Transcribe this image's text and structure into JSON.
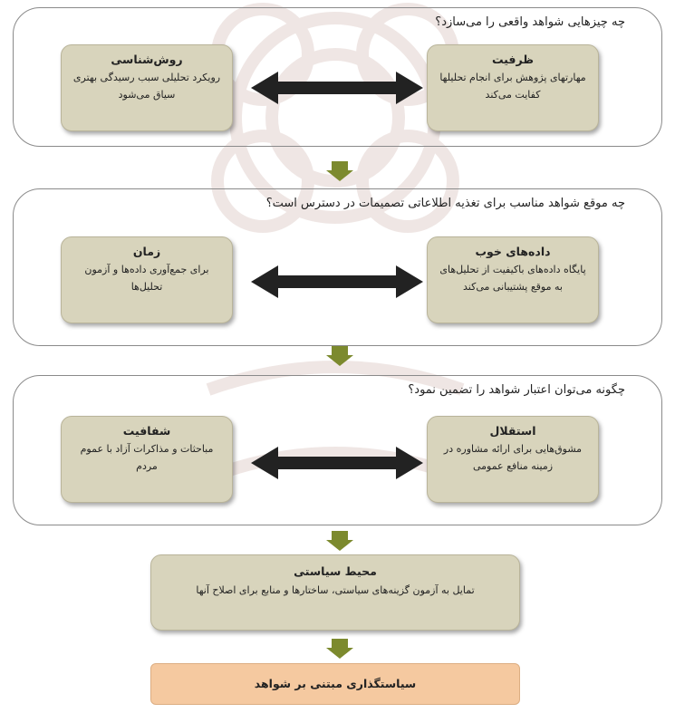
{
  "sections": [
    {
      "question": "چه چیزهایی شواهد واقعی را می‌سازد؟",
      "left_box": {
        "title": "روش‌شناسی",
        "body": "رویکرد تحلیلی سبب رسیدگی بهتری سیاق می‌شود"
      },
      "right_box": {
        "title": "ظرفیت",
        "body": "مهارتهای پژوهش برای انجام تحلیلها کفایت می‌کند"
      }
    },
    {
      "question": "چه موقع شواهد مناسب برای تغذیه اطلاعاتی تصمیمات در دسترس است؟",
      "left_box": {
        "title": "زمان",
        "body": "برای جمع‌آوری داده‌ها و آزمون تحلیل‌ها"
      },
      "right_box": {
        "title": "داده‌های خوب",
        "body": "پایگاه داده‌های باکیفیت از تحلیل‌های به موقع پشتیبانی می‌کند"
      }
    },
    {
      "question": "چگونه می‌توان اعتبار شواهد را تضمین نمود؟",
      "left_box": {
        "title": "شفافیت",
        "body": "مباحثات و مذاکرات آزاد با عموم مردم"
      },
      "right_box": {
        "title": "استقلال",
        "body": "مشوق‌هایی برای ارائه مشاوره در زمینه منافع عمومی"
      }
    }
  ],
  "policy_environment": {
    "title": "محیط سیاستی",
    "body": "تمایل به آزمون گزینه‌های سیاستی، ساختارها و منابع برای اصلاح آنها"
  },
  "final": {
    "label": "سیاستگذاری مبتنی بر شواهد"
  },
  "colors": {
    "box_fill": "#d8d4bc",
    "final_fill": "#f5c9a0",
    "down_arrow": "#7c8a2e",
    "double_arrow": "#222222"
  }
}
